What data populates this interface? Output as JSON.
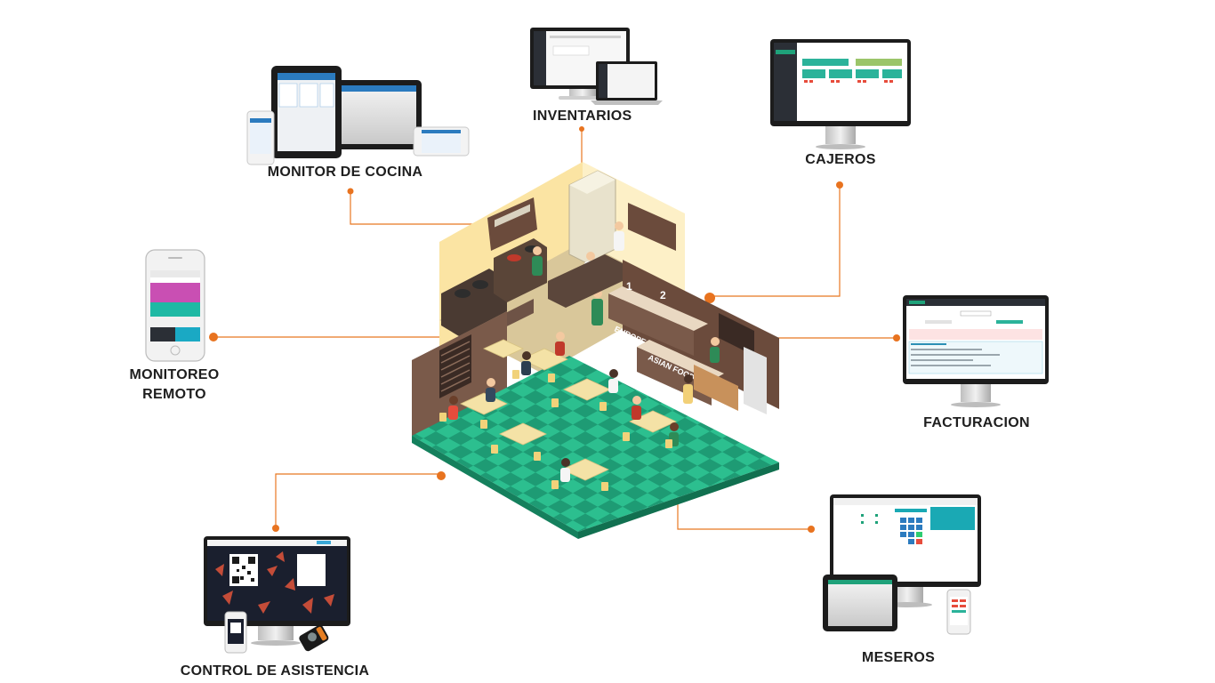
{
  "labels": {
    "inventarios": "INVENTARIOS",
    "monitor_cocina": "MONITOR DE COCINA",
    "cajeros": "CAJEROS",
    "monitoreo_remoto_line1": "MONITOREO",
    "monitoreo_remoto_line2": "REMOTO",
    "facturacion": "FACTURACION",
    "control_asistencia": "CONTROL DE ASISTENCIA",
    "meseros": "MESEROS"
  },
  "restaurant": {
    "sign_european": "EUROPEAN FOOD",
    "sign_asian": "ASIAN FOOD",
    "station_1": "1",
    "station_2": "2"
  },
  "colors": {
    "connector": "#e87722",
    "floor": "#1fa27a",
    "floor_tile": "#27b98a",
    "wall": "#7a5a4a",
    "kitchen_wall": "#fbe9b6",
    "device_frame": "#1c1c1c"
  }
}
